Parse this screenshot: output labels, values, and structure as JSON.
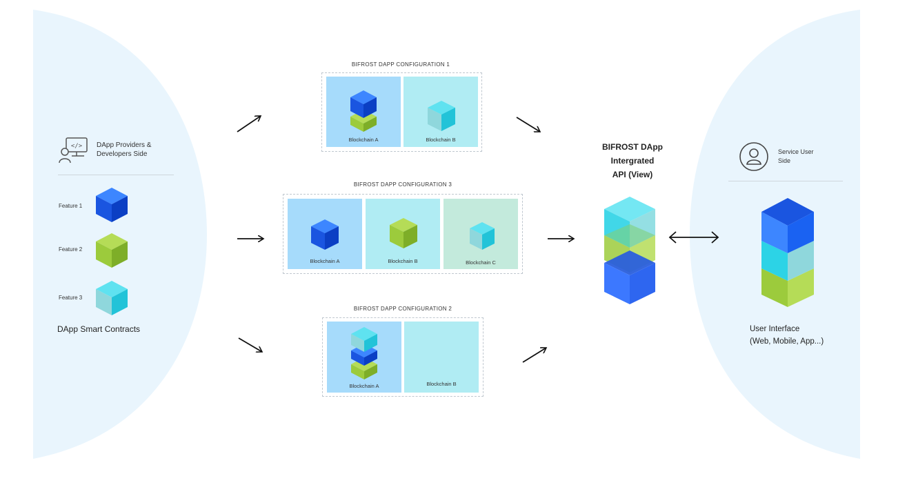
{
  "left": {
    "provider_label_line1": "DApp Providers &",
    "provider_label_line2": "Developers Side",
    "features": [
      "Feature 1",
      "Feature 2",
      "Feature 3"
    ],
    "contracts_label": "DApp Smart Contracts",
    "icon": "developer-monitor-icon"
  },
  "configs": {
    "c1": {
      "title": "BIFROST DAPP CONFIGURATION 1",
      "chains": [
        "Blockchain A",
        "Blockchain B"
      ]
    },
    "c3": {
      "title": "BIFROST DAPP CONFIGURATION 3",
      "chains": [
        "Blockchain A",
        "Blockchain B",
        "Blockchain C"
      ]
    },
    "c2": {
      "title": "BIFROST DAPP CONFIGURATION 2",
      "chains": [
        "Blockchain A",
        "Blockchain B"
      ]
    }
  },
  "center": {
    "api_line1": "BIFROST DApp",
    "api_line2": "Intergrated",
    "api_line3": "API (View)"
  },
  "right": {
    "user_label_line1": "Service User",
    "user_label_line2": "Side",
    "ui_line1": "User Interface",
    "ui_line2": "(Web, Mobile, App...)",
    "icon": "user-circle-icon"
  },
  "colors": {
    "bg_panel": "#e9f5fd",
    "blue": "#1a62f2",
    "green": "#9ccb3c",
    "cyan": "#2cd3e6",
    "chain_blue": "#a6dbfb",
    "chain_cyan": "#b0ecf3",
    "chain_mint": "#c3eadc"
  }
}
